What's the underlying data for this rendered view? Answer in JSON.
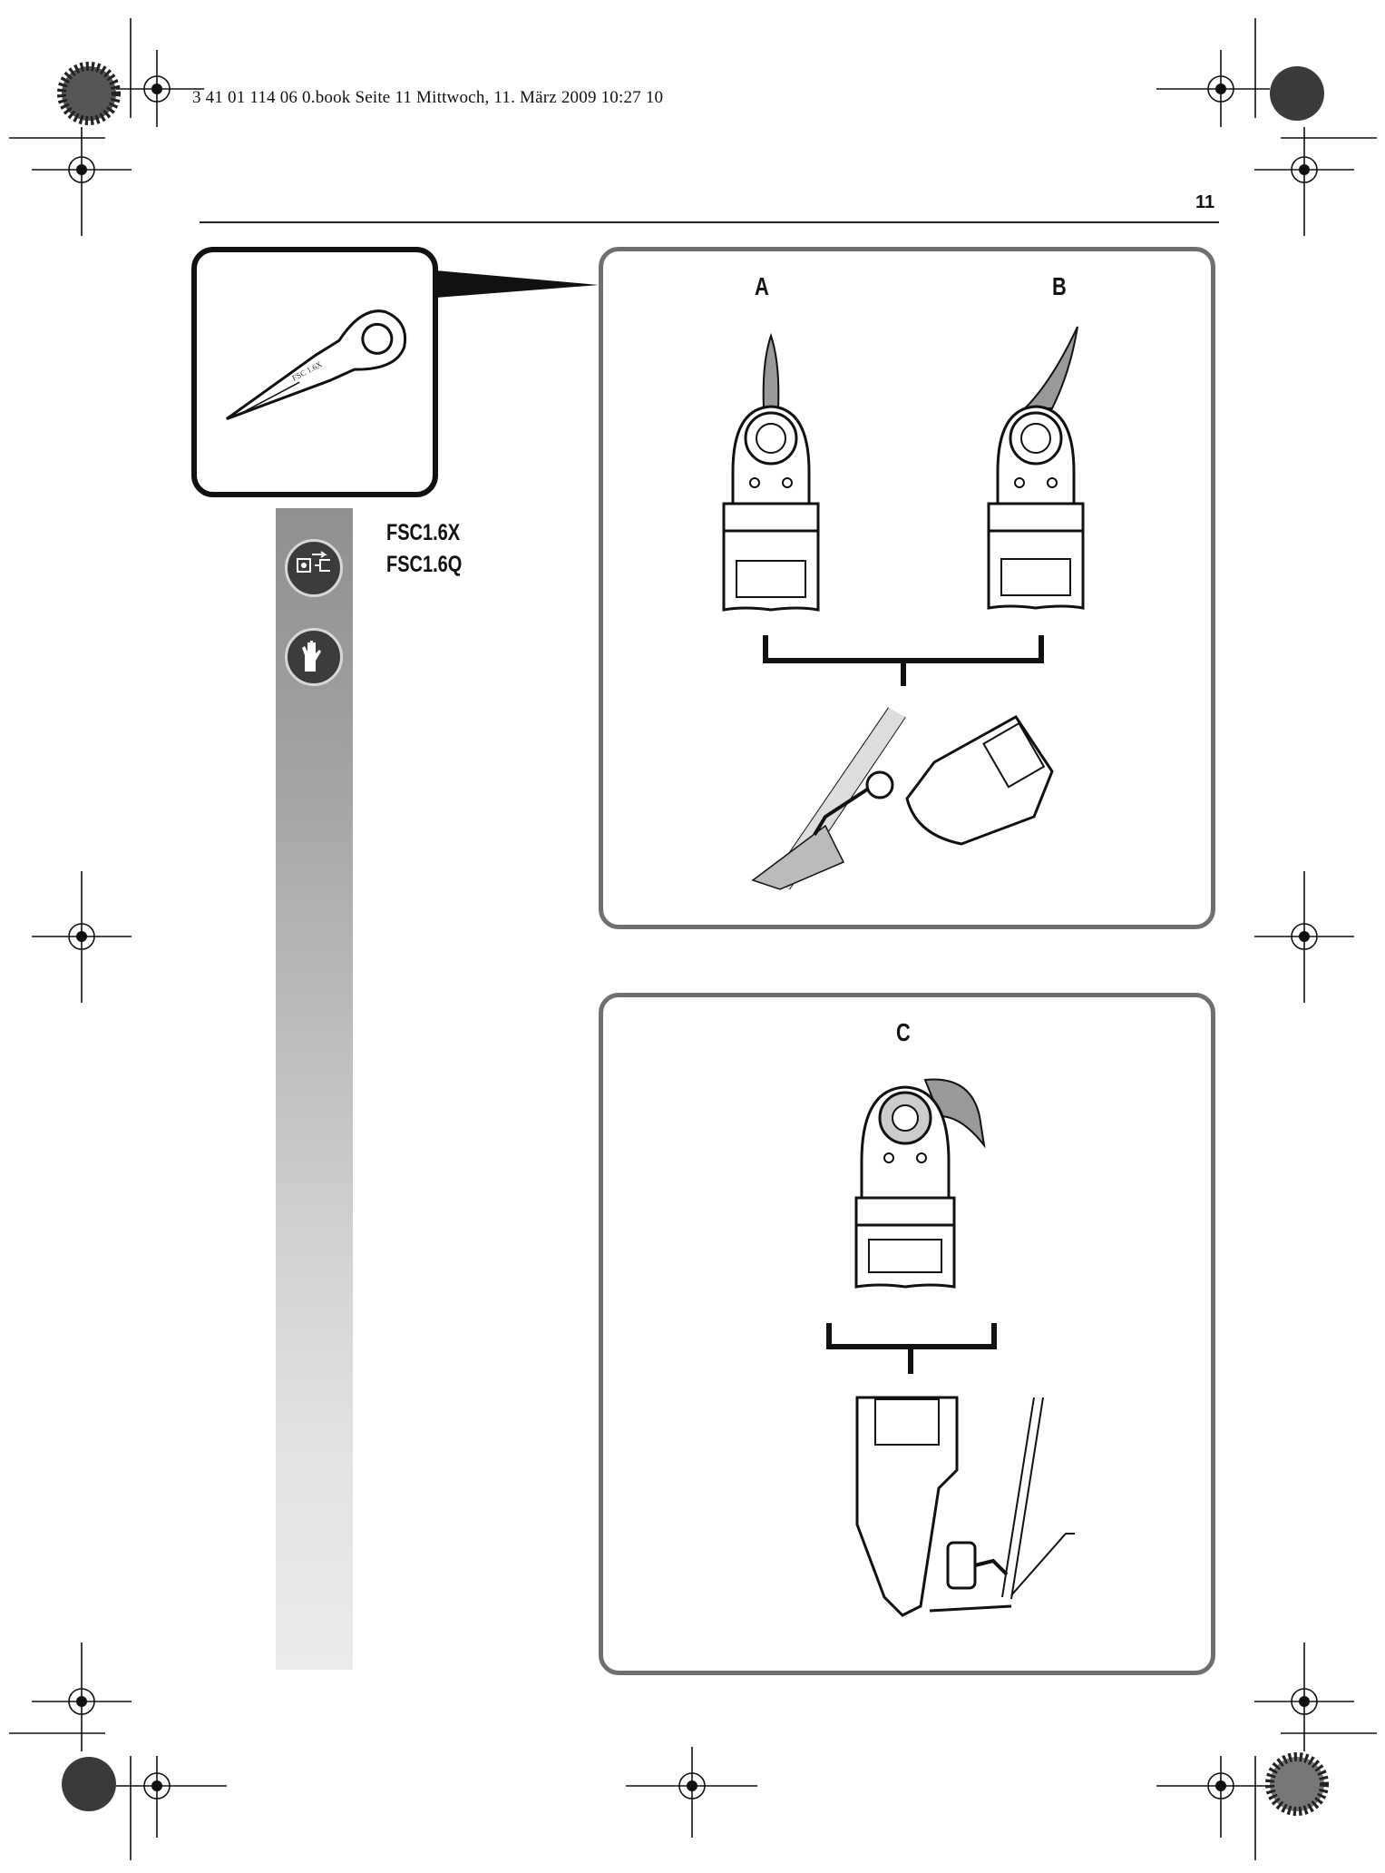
{
  "header": {
    "meta_line": "3 41 01 114 06 0.book  Seite 11  Mittwoch, 11. März 2009  10:27 10",
    "page_number": "11"
  },
  "models": [
    "FSC1.6X",
    "FSC1.6Q"
  ],
  "panel_top": {
    "label_a": "A",
    "label_b": "B"
  },
  "panel_bottom": {
    "label_c": "C"
  },
  "icons": [
    "unplug-icon",
    "gloves-icon"
  ]
}
